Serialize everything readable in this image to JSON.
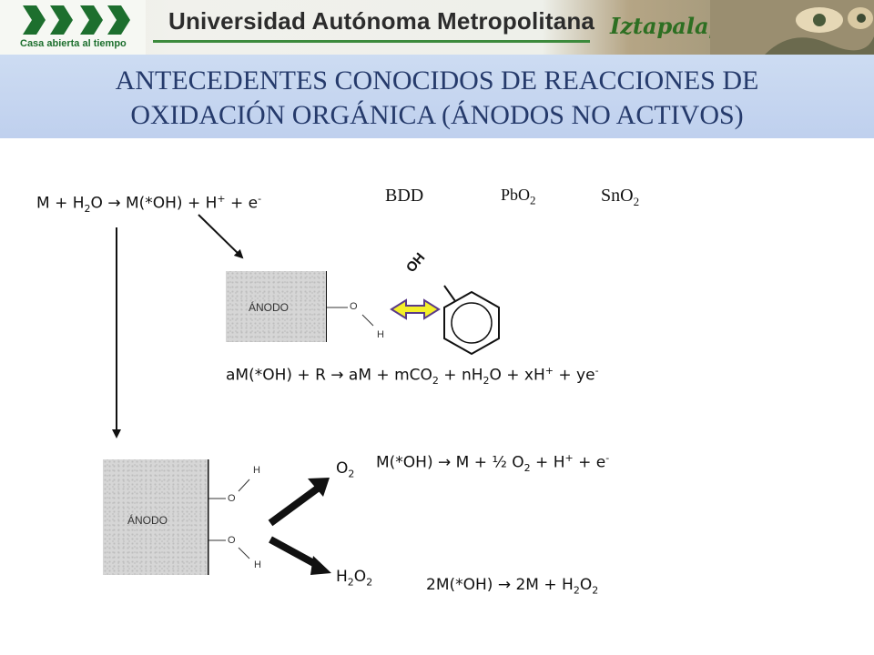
{
  "header": {
    "logo_tagline": "Casa abierta al tiempo",
    "university_name": "Universidad Autónoma Metropolitana",
    "campus_name": "Iztapalapa"
  },
  "slide": {
    "title_line1": "ANTECEDENTES CONOCIDOS DE REACCIONES DE",
    "title_line2": "OXIDACIÓN ORGÁNICA (ÁNODOS NO ACTIVOS)"
  },
  "materials": {
    "bdd": "BDD",
    "pbo2": "PbO",
    "pbo2_sub": "2",
    "sno2": "SnO",
    "sno2_sub": "2"
  },
  "equations": {
    "formation": {
      "p1": "M + H",
      "s1": "2",
      "p2": "O ",
      "arrow": "→",
      "p3": " M(*OH) + H",
      "sup1": "+",
      "p4": " + e",
      "sup2": "-"
    },
    "combustion": {
      "p1": "aM(*OH)  + R ",
      "arrow": "→",
      "p2": " aM + mCO",
      "s1": "2",
      "p3": " + nH",
      "s2": "2",
      "p4": "O + xH",
      "sup1": "+",
      "p5": " + ye",
      "sup2": "-"
    },
    "oxygen": {
      "p1": "M(*OH)  ",
      "arrow": "→",
      "p2": " M + ½ O",
      "s1": "2",
      "p3": " + H",
      "sup1": "+",
      "p4": " + e",
      "sup2": "-"
    },
    "peroxide": {
      "p1": "2M(*OH)  ",
      "arrow": "→",
      "p2": " 2M + H",
      "s1": "2",
      "p3": "O",
      "s2": "2"
    }
  },
  "anode_top": {
    "label": "ÁNODO",
    "atom_o": "O",
    "atom_h": "H"
  },
  "anode_bottom": {
    "label": "ÁNODO",
    "atom_o1": "O",
    "atom_h1": "H",
    "atom_o2": "O",
    "atom_h2": "H"
  },
  "phenol": {
    "group": "OH"
  },
  "products": {
    "o2": "O",
    "o2_sub": "2",
    "h2o2_a": "H",
    "h2o2_sub1": "2",
    "h2o2_b": "O",
    "h2o2_sub2": "2"
  },
  "colors": {
    "title_text": "#253a6b",
    "title_band": "#c6d5f0",
    "header_green": "#1d6f2e",
    "double_arrow_fill": "#f4ef2a"
  }
}
